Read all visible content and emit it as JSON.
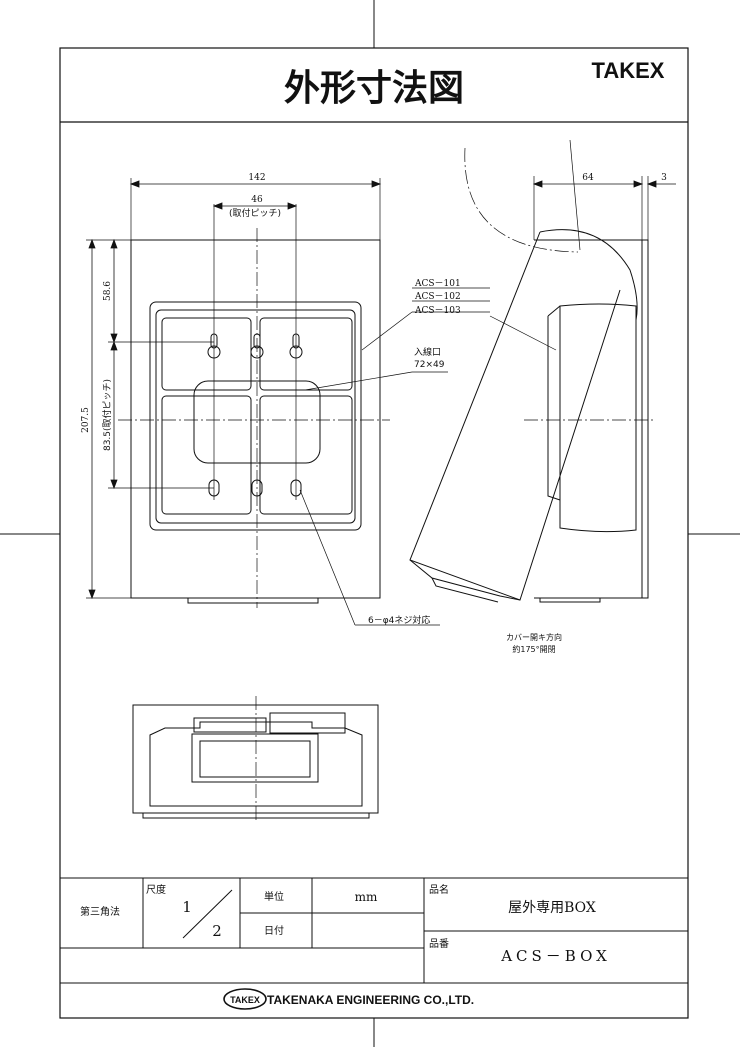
{
  "header": {
    "title": "外形寸法図",
    "brand": "TAKEX"
  },
  "front_view": {
    "width_dim": "142",
    "pitch_dim": "46",
    "pitch_note": "(取付ピッチ)",
    "top_offset_dim": "58.6",
    "height_dim": "207.5",
    "vertical_pitch_dim": "83.5(取付ピッチ)",
    "cable_inlet_label": "入線口",
    "cable_inlet_size": "72×49",
    "screw_note": "6－φ4ネジ対応"
  },
  "side_view": {
    "depth_dim": "64",
    "back_dim": "3",
    "models": [
      "ACS－101",
      "ACS－102",
      "ACS－103"
    ],
    "open_note_1": "カバー開キ方向",
    "open_note_2": "約175°開閉"
  },
  "title_block": {
    "projection": "第三角法",
    "scale_label": "尺度",
    "scale_num": "1",
    "scale_den": "2",
    "unit_label": "単位",
    "unit_value": "mm",
    "date_label": "日付",
    "name_label": "品名",
    "name_value": "屋外専用BOX",
    "number_label": "品番",
    "number_value": "ACS－BOX",
    "company": "TAKENAKA ENGINEERING CO.,LTD.",
    "company_logo": "TAKEX"
  }
}
